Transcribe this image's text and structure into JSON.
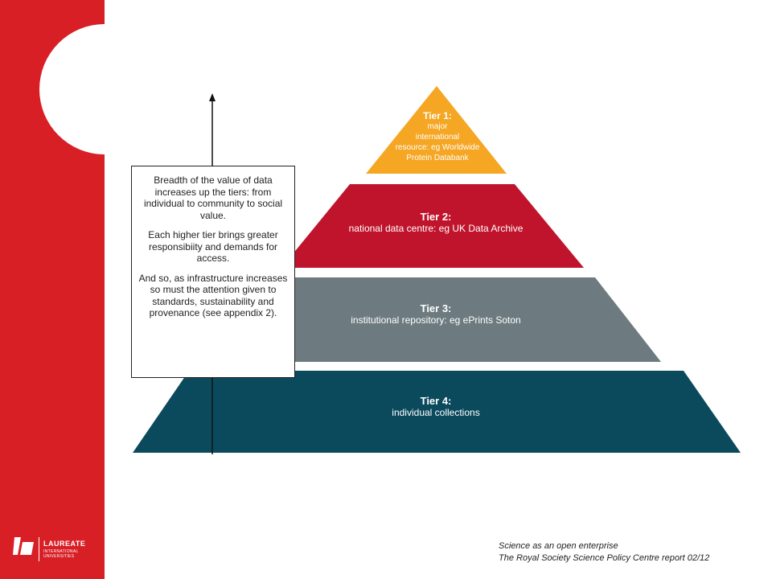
{
  "logo": {
    "name": "LAUREATE",
    "sub": [
      "INTERNATIONAL",
      "UNIVERSITIES"
    ]
  },
  "colors": {
    "brand_red": "#d81f26",
    "tier1": "#f5a623",
    "tier2": "#c0142c",
    "tier3": "#6d7b80",
    "tier4": "#0b4a5c"
  },
  "tiers": [
    {
      "title": "Tier 1:",
      "desc": [
        "major",
        "international",
        "resource: eg Worldwide",
        "Protein Databank"
      ]
    },
    {
      "title": "Tier 2:",
      "desc": [
        "national data centre: eg UK Data Archive"
      ]
    },
    {
      "title": "Tier 3:",
      "desc": [
        "institutional repository: eg ePrints Soton"
      ]
    },
    {
      "title": "Tier 4:",
      "desc": [
        "individual collections"
      ]
    }
  ],
  "callout": {
    "paragraphs": [
      "Breadth of the value of data increases up the tiers: from individual to community to social value.",
      "Each higher tier brings greater responsibiity and demands for access.",
      "And so, as infrastructure increases so must the attention given to standards, sustainability and provenance (see appendix 2)."
    ]
  },
  "footer": {
    "line1": "Science as an open enterprise",
    "line2": "The Royal Society Science Policy Centre report 02/12"
  }
}
